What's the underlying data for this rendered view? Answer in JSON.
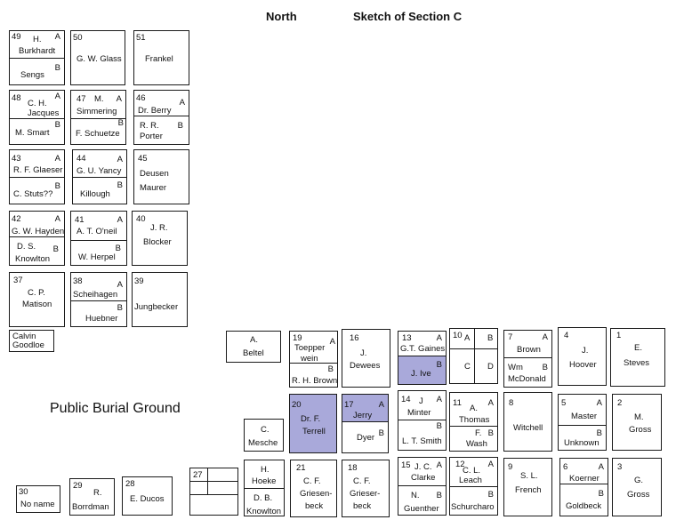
{
  "header": {
    "north": "North",
    "title": "Sketch of  Section C"
  },
  "public_burial_ground": "Public Burial Ground",
  "plots": {
    "p49": {
      "num": "49",
      "a": "A",
      "b": "B",
      "name_a": "H.",
      "name_a2": "Burkhardt",
      "name_b": "Sengs"
    },
    "p50": {
      "num": "50",
      "name": "G. W. Glass"
    },
    "p51": {
      "num": "51",
      "name": "Frankel"
    },
    "p48": {
      "num": "48",
      "a": "A",
      "b": "B",
      "name_a": "C. H.",
      "name_a2": "Jacques",
      "name_b": "M. Smart"
    },
    "p47": {
      "num": "47",
      "a": "A",
      "b": "B",
      "name_a": "M.",
      "name_a2": "Simmering",
      "name_b": "F. Schuetze"
    },
    "p46": {
      "num": "46",
      "a": "A",
      "b": "B",
      "name_a": "Dr. Berry",
      "name_b": "R. R.",
      "name_b2": "Porter"
    },
    "p43": {
      "num": "43",
      "a": "A",
      "b": "B",
      "name_a": "R. F. Glaeser",
      "name_b": "C. Stuts??"
    },
    "p44": {
      "num": "44",
      "a": "A",
      "b": "B",
      "name_a": "G. U. Yancy",
      "name_b": "Killough"
    },
    "p45": {
      "num": "45",
      "name": "Deusen",
      "name2": "Maurer"
    },
    "p42": {
      "num": "42",
      "a": "A",
      "b": "B",
      "name_a": "G. W. Hayden",
      "name_b": "D. S.",
      "name_b2": "Knowlton"
    },
    "p41": {
      "num": "41",
      "a": "A",
      "b": "B",
      "name_a": "A. T. O'neil",
      "name_b": "W. Herpel"
    },
    "p40": {
      "num": "40",
      "name": "J. R.",
      "name2": "Blocker"
    },
    "p37": {
      "num": "37",
      "name": "C. P.",
      "name2": "Matison"
    },
    "p38": {
      "num": "38",
      "a": "A",
      "b": "B",
      "name_a": "Scheihagen",
      "name_b": "Huebner"
    },
    "p39": {
      "num": "39",
      "name": "Jungbecker"
    },
    "goodloe": {
      "name": "Calvin",
      "name2": "Goodloe"
    },
    "beltel": {
      "name": "A.",
      "name2": "Beltel"
    },
    "p19": {
      "num": "19",
      "a": "A",
      "b": "B",
      "name_a": "Toepper",
      "name_a2": "wein",
      "name_b": "R. H. Brown"
    },
    "p16": {
      "num": "16",
      "name": "J.",
      "name2": "Dewees"
    },
    "p13": {
      "num": "13",
      "a": "A",
      "b": "B",
      "name_a": "G.T. Gaines",
      "name_b": "J. Ive"
    },
    "p10": {
      "num": "10",
      "a": "A",
      "b": "B",
      "c": "C",
      "d": "D"
    },
    "p7": {
      "num": "7",
      "a": "A",
      "b": "B",
      "name_a": "Brown",
      "name_b": "Wm",
      "name_b2": "McDonald"
    },
    "p4": {
      "num": "4",
      "name": "J.",
      "name2": "Hoover"
    },
    "p1": {
      "num": "1",
      "name": "E.",
      "name2": "Steves"
    },
    "p20": {
      "num": "20",
      "name": "Dr. F.",
      "name2": "Terrell"
    },
    "p17": {
      "num": "17",
      "a": "A",
      "b": "B",
      "name_a": "Jerry",
      "name_b": "Dyer"
    },
    "p14": {
      "num": "14",
      "a": "A",
      "b": "B",
      "name_a": "J",
      "name_a2": "Minter",
      "name_b": "L. T. Smith"
    },
    "p11": {
      "num": "11",
      "a": "A",
      "b": "B",
      "name_a": "A.",
      "name_a2": "Thomas",
      "name_b": "F.",
      "name_b2": "Wash"
    },
    "p8": {
      "num": "8",
      "name": "Witchell"
    },
    "p5": {
      "num": "5",
      "a": "A",
      "b": "B",
      "name_a": "Master",
      "name_b": "Unknown"
    },
    "p2": {
      "num": "2",
      "name": "M.",
      "name2": "Gross"
    },
    "mesche": {
      "name": "C.",
      "name2": "Mesche"
    },
    "p30": {
      "num": "30",
      "name": "No name"
    },
    "p29": {
      "num": "29",
      "name": "R.",
      "name2": "Borrdman"
    },
    "p28": {
      "num": "28",
      "name": "E. Ducos"
    },
    "p27": {
      "num": "27"
    },
    "hoeke": {
      "name_a": "H.",
      "name_a2": "Hoeke",
      "name_b": "D. B.",
      "name_b2": "Knowlton"
    },
    "p21": {
      "num": "21",
      "name": "C. F.",
      "name2": "Griesen-",
      "name3": "beck"
    },
    "p18": {
      "num": "18",
      "name": "C. F.",
      "name2": "Grieser-",
      "name3": "beck"
    },
    "p15": {
      "num": "15",
      "a": "A",
      "b": "B",
      "name_a": "J. C.",
      "name_a2": "Clarke",
      "name_b": "N.",
      "name_b2": "Guenther"
    },
    "p12": {
      "num": "12",
      "a": "A",
      "b": "B",
      "name_a": "C. L.",
      "name_a2": "Leach",
      "name_b": "Schurcharo"
    },
    "p9": {
      "num": "9",
      "name": "S. L.",
      "name2": "French"
    },
    "p6": {
      "num": "6",
      "a": "A",
      "b": "B",
      "name_a": "Koerner",
      "name_b": "Goldbeck"
    },
    "p3": {
      "num": "3",
      "name": "G.",
      "name2": "Gross"
    }
  }
}
